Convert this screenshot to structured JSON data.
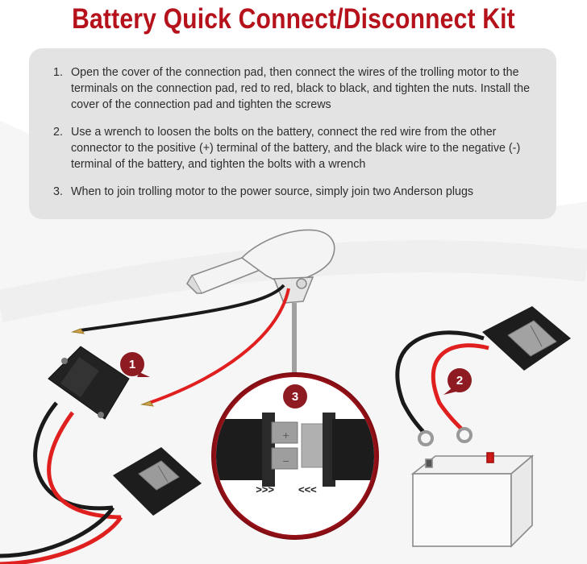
{
  "title": "Battery Quick Connect/Disconnect Kit",
  "steps": [
    {
      "number": "1.",
      "text": "Open the cover of the connection pad, then connect the wires of the trolling motor to the terminals on the connection pad, red to red, black to black, and tighten the nuts. Install the cover of the connection pad and tighten the screws"
    },
    {
      "number": "2.",
      "text": "Use a wrench to loosen the bolts on the battery, connect the red wire from the other connector to the positive (+) terminal of the battery, and the black wire to the negative (-) terminal of the battery, and tighten the bolts with a wrench"
    },
    {
      "number": "3.",
      "text": "When to join trolling motor to the power source, simply join two Anderson plugs"
    }
  ],
  "badges": {
    "one": "1",
    "two": "2",
    "three": "3"
  },
  "arrows": {
    "left": ">>>",
    "right": "<<<"
  },
  "colors": {
    "accent": "#b5121b",
    "badge": "#8e1a22",
    "wire_red": "#e01f1f",
    "wire_black": "#1a1a1a",
    "connector_grey": "#9b9b9b",
    "panel_bg": "#e3e3e3"
  }
}
